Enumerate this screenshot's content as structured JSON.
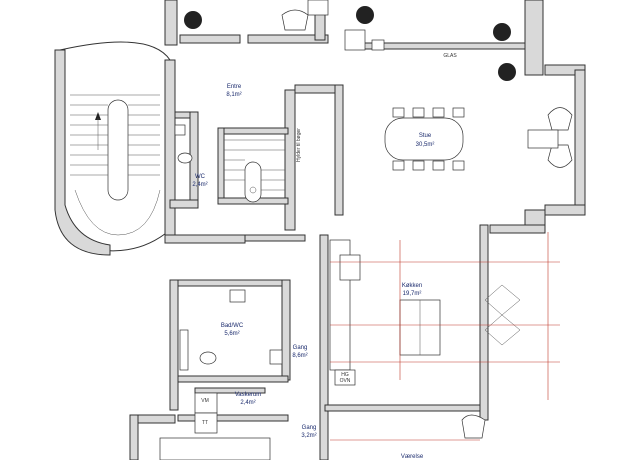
{
  "rooms": {
    "entre": {
      "label": "Entre",
      "area": "8,1m²"
    },
    "wc": {
      "label": "WC",
      "area": "2,4m²"
    },
    "stue": {
      "label": "Stue",
      "area": "30,5m²"
    },
    "kokken": {
      "label": "Køkken",
      "area": "19,7m²"
    },
    "badwc": {
      "label": "Bad/WC",
      "area": "5,6m²"
    },
    "gang1": {
      "label": "Gang",
      "area": "8,6m²"
    },
    "vaskerum": {
      "label": "Vaskerum",
      "area": "2,4m²"
    },
    "gang2": {
      "label": "Gang",
      "area": "3,2m²"
    },
    "vaerelse": {
      "label": "Værelse",
      "area": ""
    }
  },
  "annotations": {
    "glas": "GLAS",
    "hylder": "Hylder til bøger",
    "vm": "VM",
    "tt": "TT",
    "hg": "HG",
    "ovn": "OVN"
  },
  "colors": {
    "text": "#1a2a6c",
    "wall": "#d9d9d9",
    "guide": "#c0392b"
  }
}
